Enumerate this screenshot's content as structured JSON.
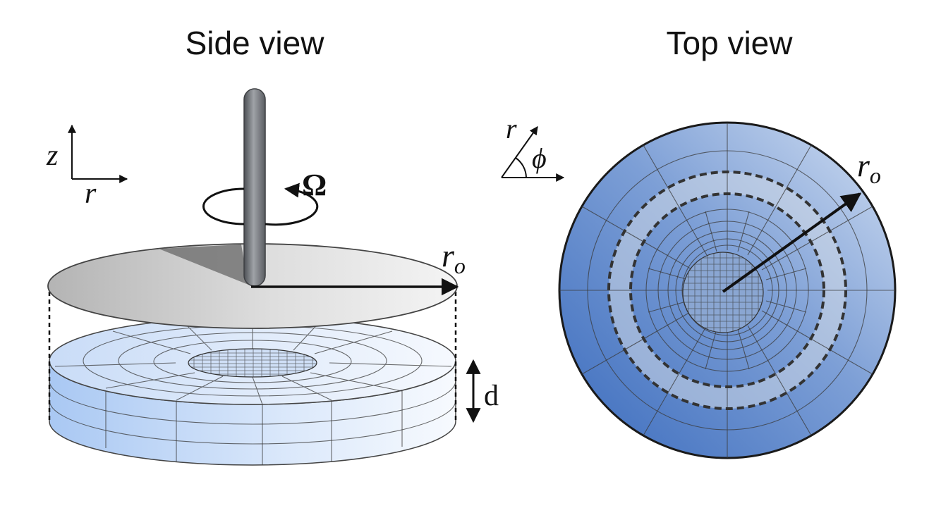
{
  "side_view": {
    "title": "Side view",
    "axis_vertical_label": "z",
    "axis_horizontal_label": "r",
    "rotation_label": "Ω",
    "radius_label_base": "r",
    "radius_label_sub": "o",
    "depth_label": "d"
  },
  "top_view": {
    "title": "Top view",
    "axis_radial_label": "r",
    "axis_angle_label": "ϕ",
    "radius_label_base": "r",
    "radius_label_sub": "o"
  },
  "colors": {
    "fluid_light": "#eef4fd",
    "fluid_mid": "#bcd5f6",
    "fluid_dark": "#3e6fbf",
    "plate_light": "#f0f0f0",
    "plate_dark": "#9b9b9b",
    "shaft": "#6f7277"
  }
}
